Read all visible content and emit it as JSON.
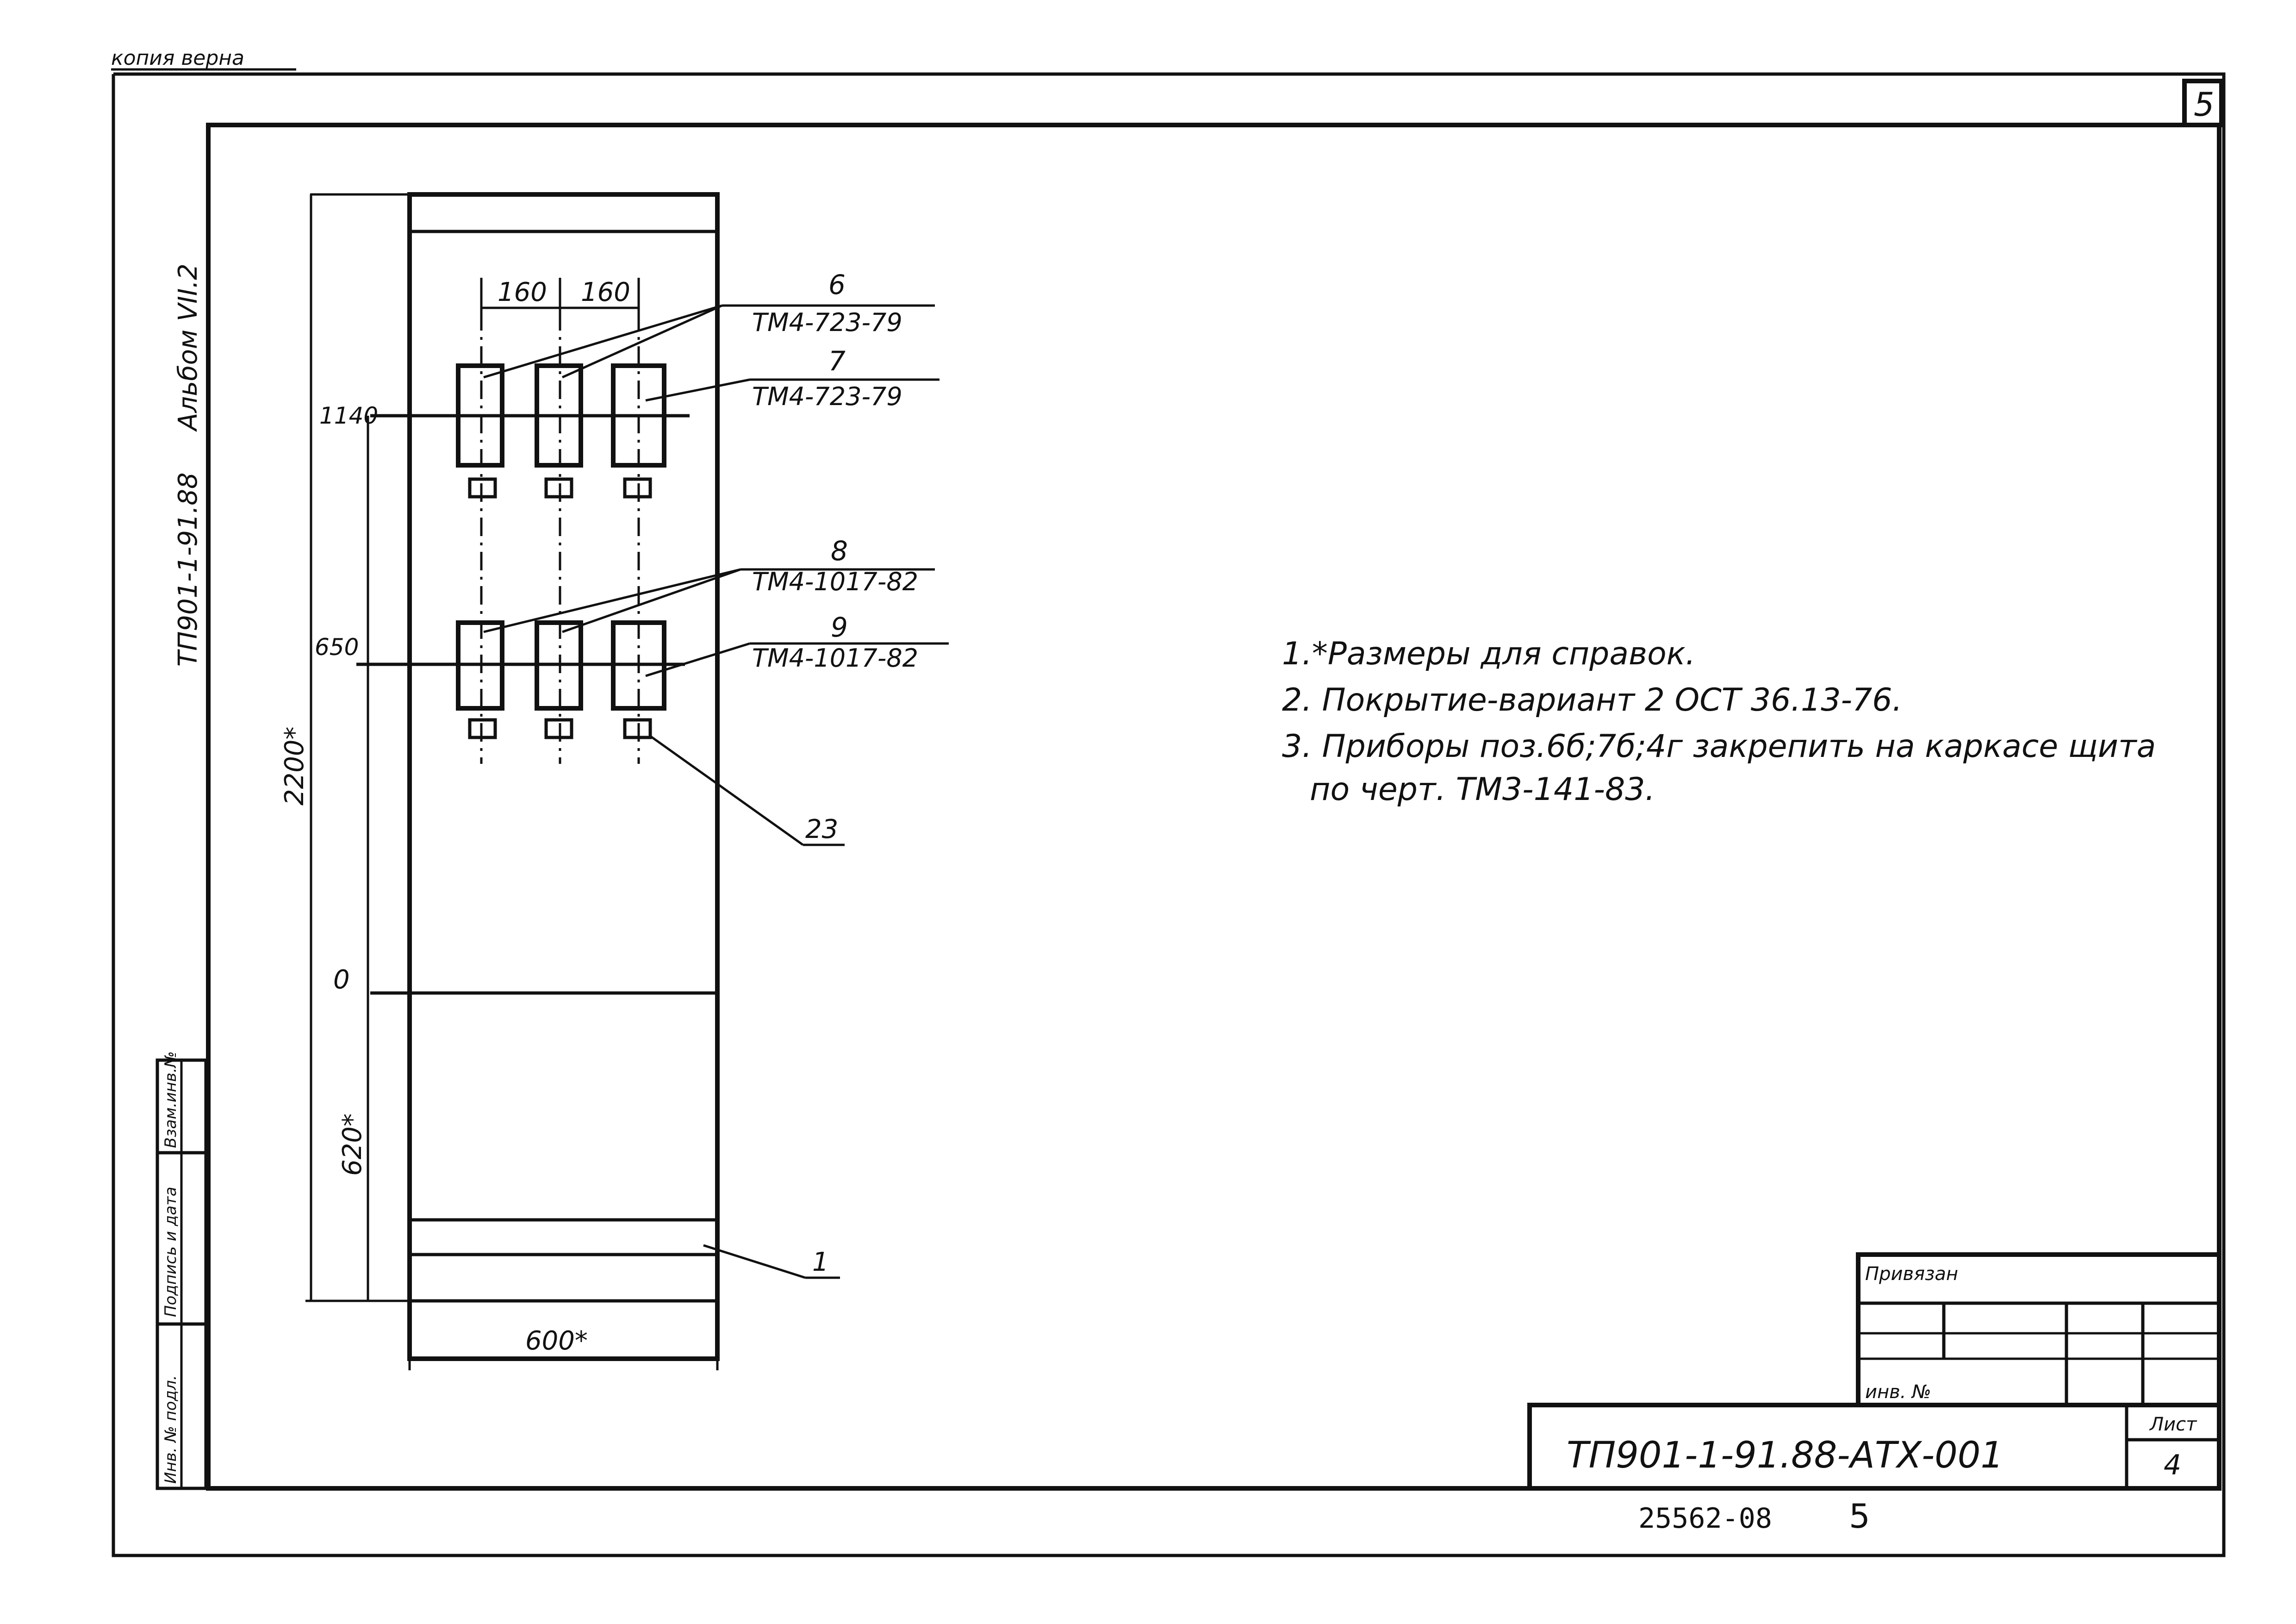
{
  "stamp": {
    "copy_mark": "копия верна",
    "sheet_corner": "5"
  },
  "side_labels": {
    "project": "ТП901-1-91.88",
    "album": "Альбом VII.2"
  },
  "drawing": {
    "dim_160_left": "160",
    "dim_160_right": "160",
    "level_1140": "1140",
    "level_650": "650",
    "level_0": "0",
    "height_total": "2200*",
    "height_base": "620*",
    "width_panel": "600*"
  },
  "callouts": {
    "pos6": {
      "num": "6",
      "ref": "ТМ4-723-79"
    },
    "pos7": {
      "num": "7",
      "ref": "ТМ4-723-79"
    },
    "pos8": {
      "num": "8",
      "ref": "ТМ4-1017-82"
    },
    "pos9": {
      "num": "9",
      "ref": "ТМ4-1017-82"
    },
    "pos23": "23",
    "pos1": "1"
  },
  "notes": [
    "1.*Размеры для справок.",
    "2. Покрытие-вариант 2 ОСТ 36.13-76.",
    "3. Приборы поз.6б;7б;4г закрепить на каркасе щита",
    "по черт. ТМ3-141-83."
  ],
  "left_strip": [
    "Инв. № подл.",
    "Подпись и дата",
    "Взам.инв.№"
  ],
  "title_block": {
    "privyazan": "Привязан",
    "inv_no": "инв. №",
    "designation": "ТП901-1-91.88-АТХ-001",
    "sheet_label": "Лист",
    "sheet_no": "4"
  },
  "footer": {
    "code": "25562-08",
    "page": "5"
  }
}
